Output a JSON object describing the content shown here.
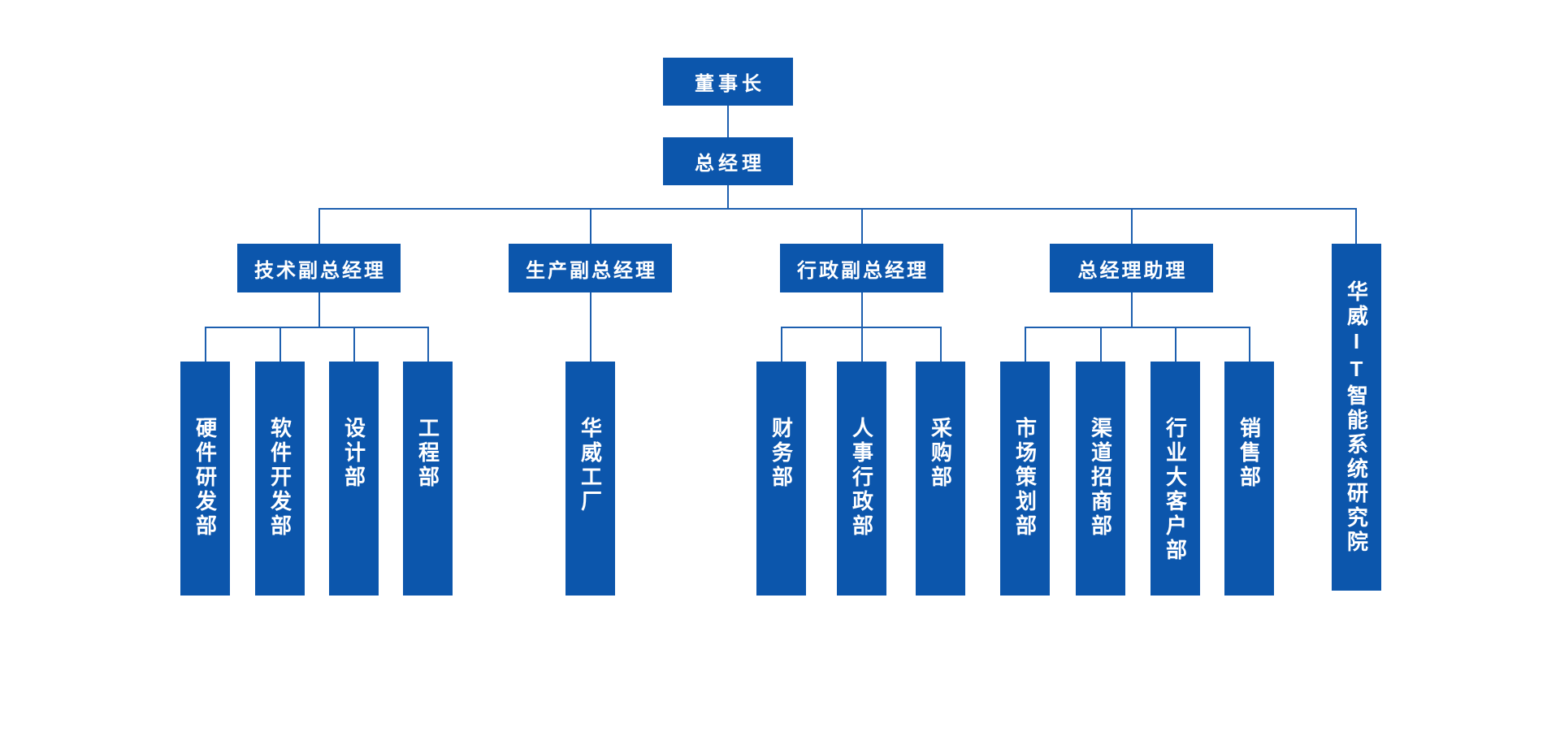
{
  "chart": {
    "type": "org-chart",
    "chairman": {
      "label": "董事长"
    },
    "general_manager": {
      "label": "总经理"
    },
    "branches": [
      {
        "label": "技术副总经理",
        "children": [
          {
            "label": "硬件研发部"
          },
          {
            "label": "软件开发部"
          },
          {
            "label": "设计部"
          },
          {
            "label": "工程部"
          }
        ]
      },
      {
        "label": "生产副总经理",
        "children": [
          {
            "label": "华威工厂"
          }
        ]
      },
      {
        "label": "行政副总经理",
        "children": [
          {
            "label": "财务部"
          },
          {
            "label": "人事行政部"
          },
          {
            "label": "采购部"
          }
        ]
      },
      {
        "label": "总经理助理",
        "children": [
          {
            "label": "市场策划部"
          },
          {
            "label": "渠道招商部"
          },
          {
            "label": "行业大客户部"
          },
          {
            "label": "销售部"
          }
        ]
      },
      {
        "label": "华威IT智能系统研究院",
        "children": []
      }
    ],
    "colors": {
      "node_fill": "#0C56AC",
      "connector": "#1D5FAF",
      "text": "#FFFFFF",
      "background": "#FFFFFF"
    }
  }
}
